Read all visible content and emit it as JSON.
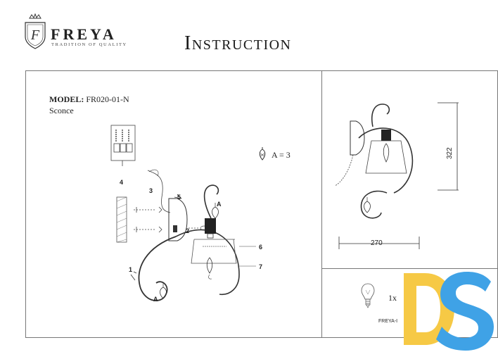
{
  "header": {
    "brand": "FREYA",
    "tagline": "TRADITION OF QUALITY",
    "logo_letter": "F",
    "title": "Instruction"
  },
  "product": {
    "model_label": "MODEL:",
    "model_code": "FR020-01-N",
    "type": "Sconce"
  },
  "legend": {
    "crystal": "A = 3"
  },
  "callouts": {
    "n1": "1",
    "n2": "2",
    "n3": "3",
    "n4": "4",
    "n5": "5",
    "n6": "6",
    "n7": "7",
    "a_top": "A",
    "a_bottom": "A"
  },
  "dimensions": {
    "height": "322",
    "width": "270"
  },
  "bulb": {
    "quantity": "1x"
  },
  "footer": {
    "code": "FREYA-I"
  },
  "colors": {
    "frame": "#777777",
    "ds_yellow": "#f6c945",
    "ds_blue": "#3fa2e6"
  }
}
